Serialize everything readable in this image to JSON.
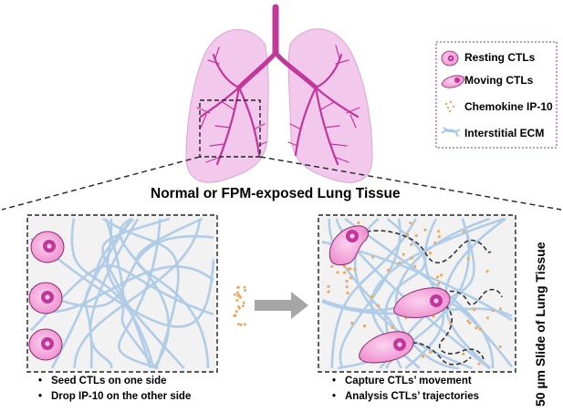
{
  "title": "Normal or FPM-exposed Lung Tissue",
  "side_label": "50 µm Slide of Lung Tissue",
  "legend": {
    "resting": "Resting CTLs",
    "moving": "Moving CTLs",
    "chemokine": "Chemokine IP-10",
    "ecm": "Interstitial ECM"
  },
  "left_panel": {
    "bullets": [
      "Seed CTLs on one side",
      "Drop IP-10 on the other side"
    ]
  },
  "right_panel": {
    "bullets": [
      "Capture CTLs’ movement",
      "Analysis CTLs’ trajectories"
    ]
  },
  "colors": {
    "lung_fill": "#f2c9ec",
    "airway": "#c2379a",
    "cell": "#f3a0d8",
    "cell_nucleus": "#c2379a",
    "fiber": "#a9c8e6",
    "chemokine": "#f0a860",
    "panel_bg": "#f2f2f2",
    "arrow": "#a6a6a6"
  }
}
